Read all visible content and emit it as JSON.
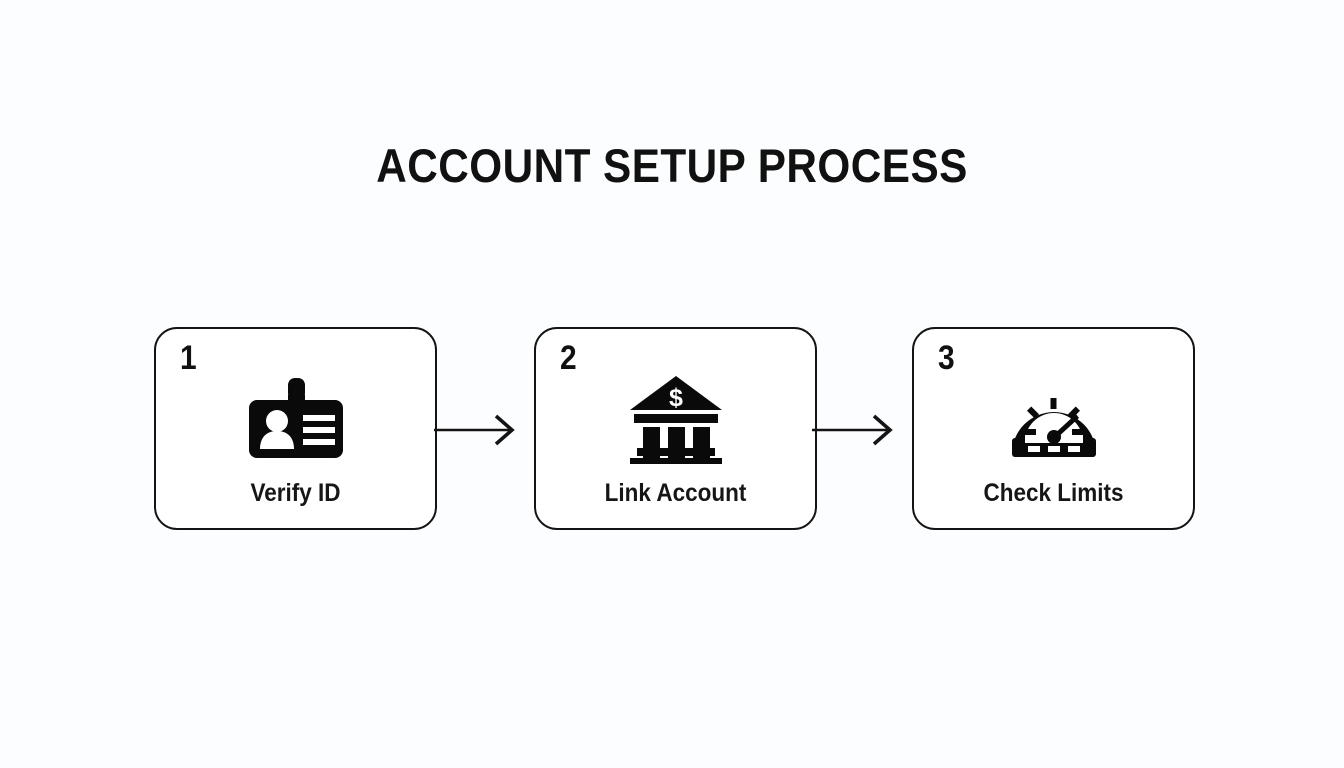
{
  "page": {
    "title": "ACCOUNT SETUP PROCESS",
    "background_color": "#fcfdfe",
    "ink_color": "#141414"
  },
  "flow": {
    "type": "linear-process",
    "connector": "arrow-right",
    "steps": [
      {
        "number": "1",
        "label": "Verify ID",
        "icon": "id-badge-icon"
      },
      {
        "number": "2",
        "label": "Link Account",
        "icon": "bank-dollar-icon"
      },
      {
        "number": "3",
        "label": "Check Limits",
        "icon": "gauge-meter-icon"
      }
    ]
  }
}
